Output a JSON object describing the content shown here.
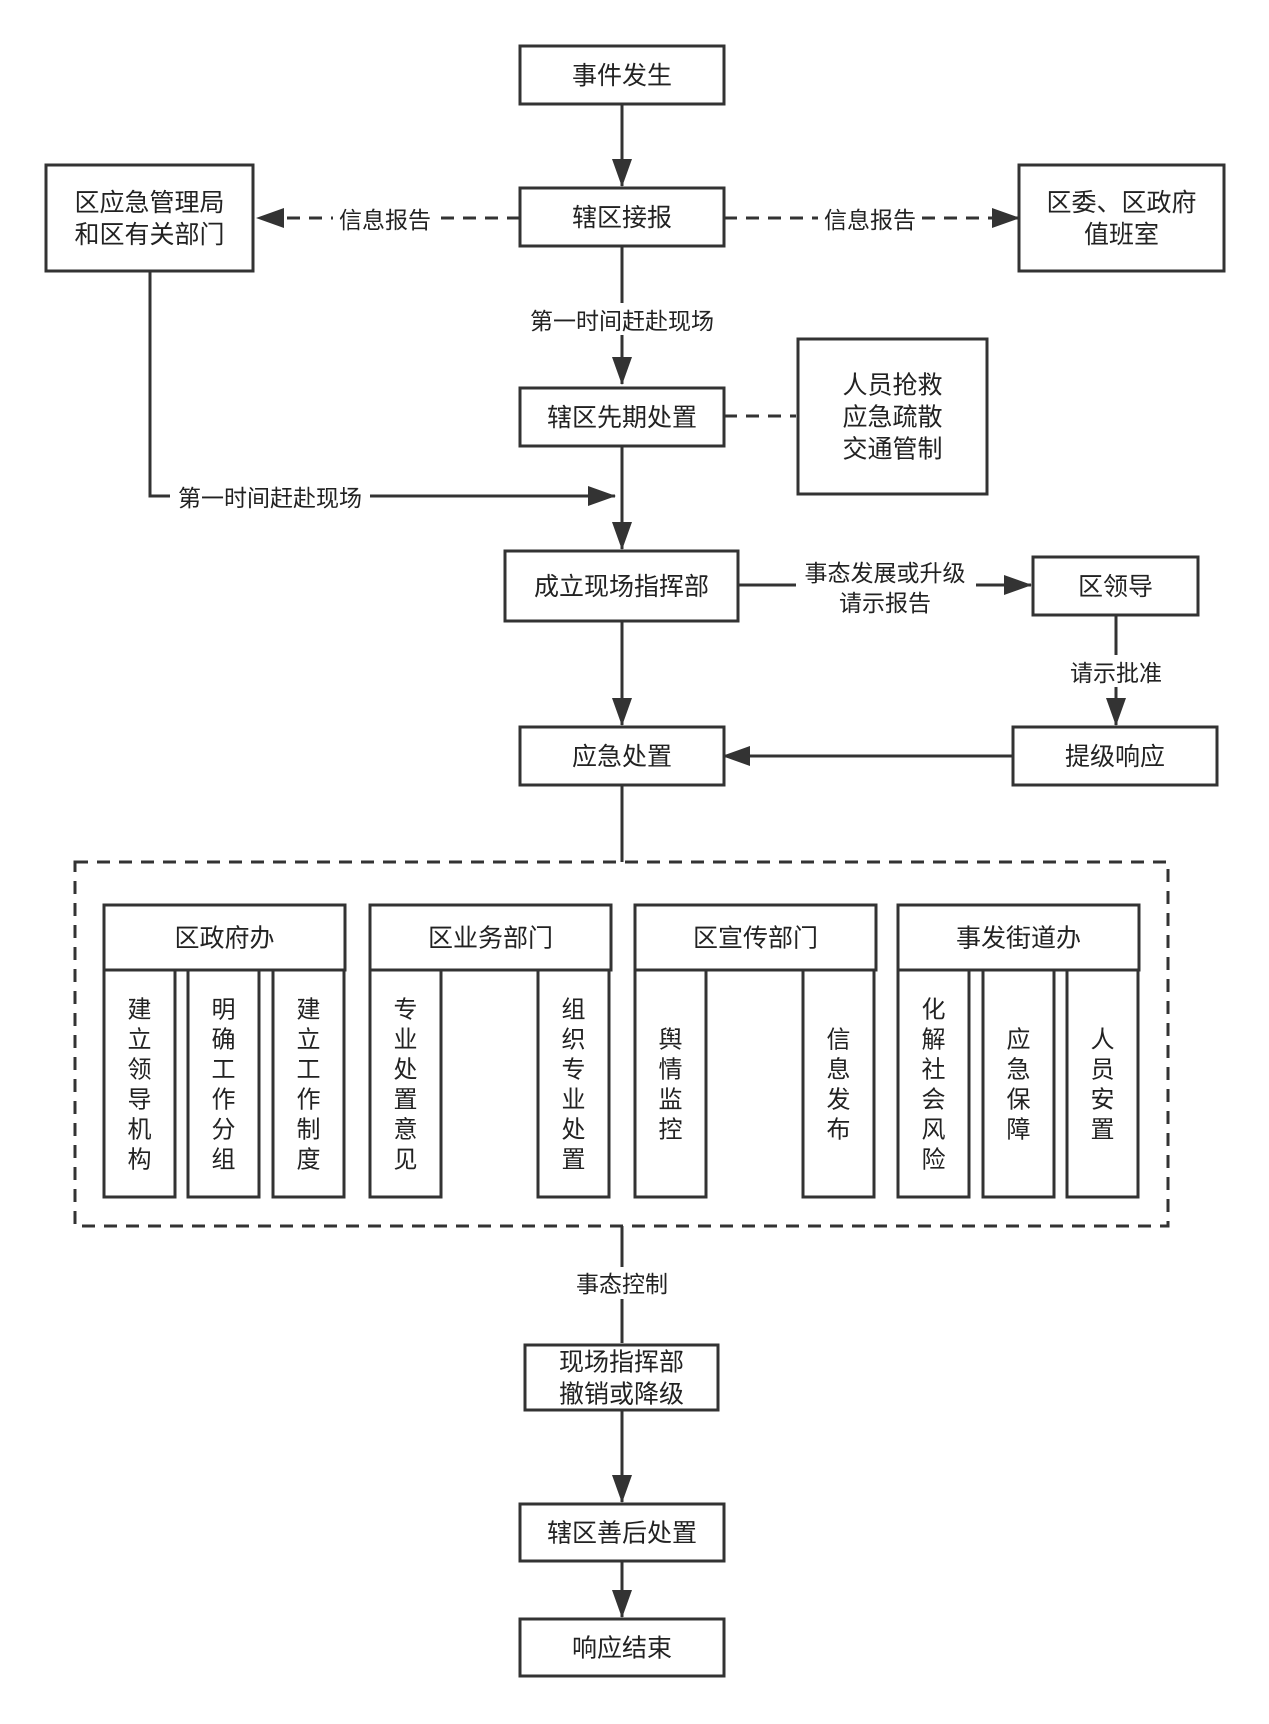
{
  "nodes": {
    "start": {
      "lines": [
        "事件发生"
      ]
    },
    "report": {
      "lines": [
        "辖区接报"
      ]
    },
    "dept": {
      "lines": [
        "区应急管理局",
        "和区有关部门"
      ]
    },
    "office": {
      "lines": [
        "区委、区政府",
        "值班室"
      ]
    },
    "initial": {
      "lines": [
        "辖区先期处置"
      ]
    },
    "measures": {
      "lines": [
        "人员抢救",
        "应急疏散",
        "交通管制"
      ]
    },
    "command": {
      "lines": [
        "成立现场指挥部"
      ]
    },
    "leader": {
      "lines": [
        "区领导"
      ]
    },
    "escalate": {
      "lines": [
        "提级响应"
      ]
    },
    "response": {
      "lines": [
        "应急处置"
      ]
    },
    "cancel": {
      "lines": [
        "现场指挥部",
        "撤销或降级"
      ]
    },
    "aftermath": {
      "lines": [
        "辖区善后处置"
      ]
    },
    "end": {
      "lines": [
        "响应结束"
      ]
    }
  },
  "groups": [
    {
      "title": "区政府办",
      "items": [
        "建立领导机构",
        "明确工作分组",
        "建立工作制度"
      ]
    },
    {
      "title": "区业务部门",
      "items": [
        "专业处置意见",
        "组织专业处置"
      ]
    },
    {
      "title": "区宣传部门",
      "items": [
        "舆情监控",
        "信息发布"
      ]
    },
    {
      "title": "事发街道办",
      "items": [
        "化解社会风险",
        "应急保障",
        "人员安置"
      ]
    }
  ],
  "edges": {
    "info_report_left": "信息报告",
    "info_report_right": "信息报告",
    "rush_main": "第一时间赶赴现场",
    "rush_dept": "第一时间赶赴现场",
    "upgrade": [
      "事态发展或升级",
      "请示报告"
    ],
    "approve": "请示批准",
    "control": "事态控制"
  },
  "colors": {
    "stroke": "#333333",
    "text": "#222222",
    "background": "#ffffff"
  }
}
